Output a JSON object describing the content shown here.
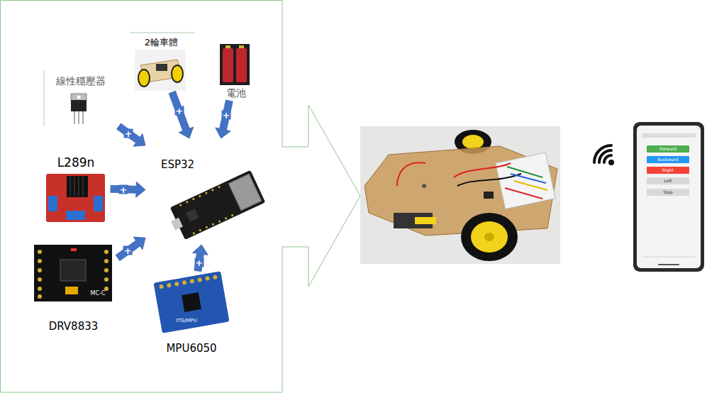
{
  "diagram": {
    "nodes": [
      {
        "text": [
          "2輪車體"
        ]
      },
      {
        "text": [
          "電池"
        ]
      },
      {
        "text": [
          "線性穩壓器"
        ]
      },
      {
        "text": [
          "L289n"
        ]
      },
      {
        "text": [
          "ESP32"
        ]
      },
      {
        "text": [
          "DRV8833"
        ]
      },
      {
        "text": [
          "MPU6050"
        ]
      }
    ],
    "edges": [
      {
        "from": 0,
        "to": 4,
        "label": "+",
        "arrow": "to"
      },
      {
        "from": 1,
        "to": 4,
        "label": "+",
        "arrow": "to"
      },
      {
        "from": 2,
        "to": 4,
        "label": "+",
        "arrow": "to"
      },
      {
        "from": 3,
        "to": 4,
        "label": "+",
        "arrow": "to"
      },
      {
        "from": 5,
        "to": 4,
        "label": "+",
        "arrow": "to"
      },
      {
        "from": 6,
        "to": 4,
        "label": "+",
        "arrow": "to"
      }
    ],
    "labels": [
      "MC-C",
      "ITG/MPU",
      "Forward",
      "Backward",
      "Right",
      "Left",
      "Stop"
    ]
  }
}
